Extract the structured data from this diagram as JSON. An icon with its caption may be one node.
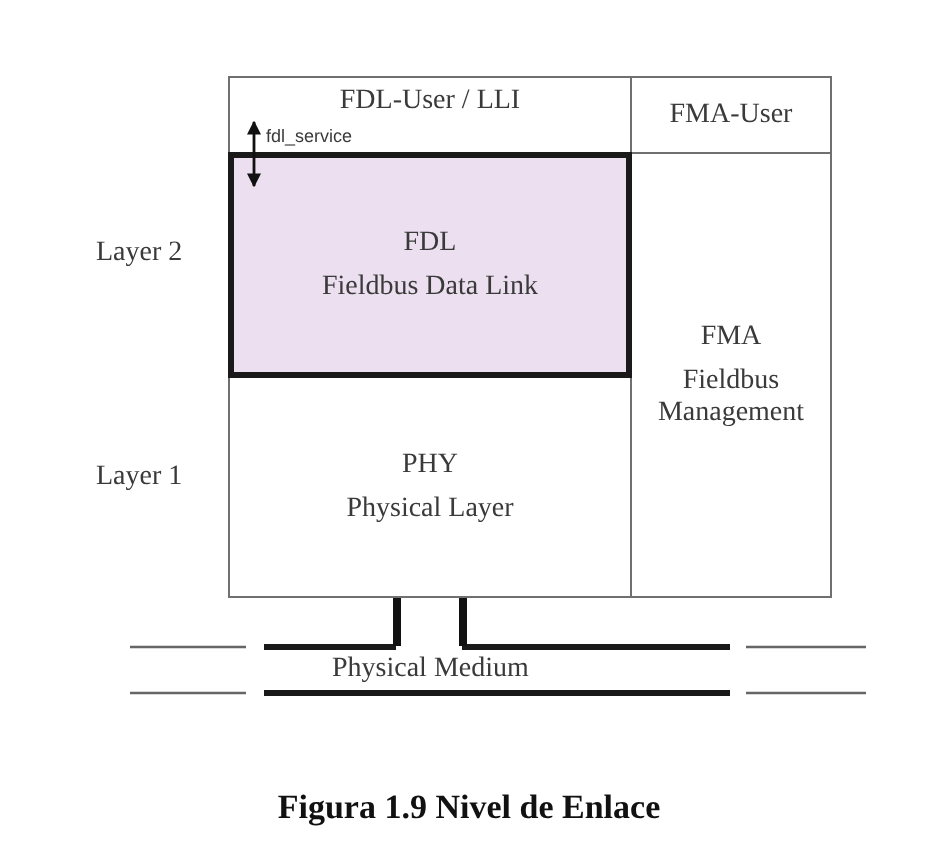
{
  "diagram": {
    "caption": "Figura 1.9 Nivel de Enlace",
    "nodes": [
      {
        "text": [
          "FDL-User / LLI"
        ]
      },
      {
        "text": [
          "FMA-User"
        ]
      },
      {
        "text": [
          "FDL",
          "Fieldbus Data Link"
        ]
      },
      {
        "text": [
          "FMA",
          "Fieldbus Management"
        ]
      },
      {
        "text": [
          "PHY",
          "Physical Layer"
        ]
      },
      {
        "text": [
          "Physical Medium"
        ]
      }
    ],
    "edges": [
      {
        "from": 0,
        "to": 2,
        "arrow": "both",
        "label": "fdl_service"
      },
      {
        "from": 4,
        "to": 5,
        "arrow": "none",
        "style": "thick"
      }
    ],
    "labels": [
      "Layer 2",
      "Layer 1"
    ]
  }
}
